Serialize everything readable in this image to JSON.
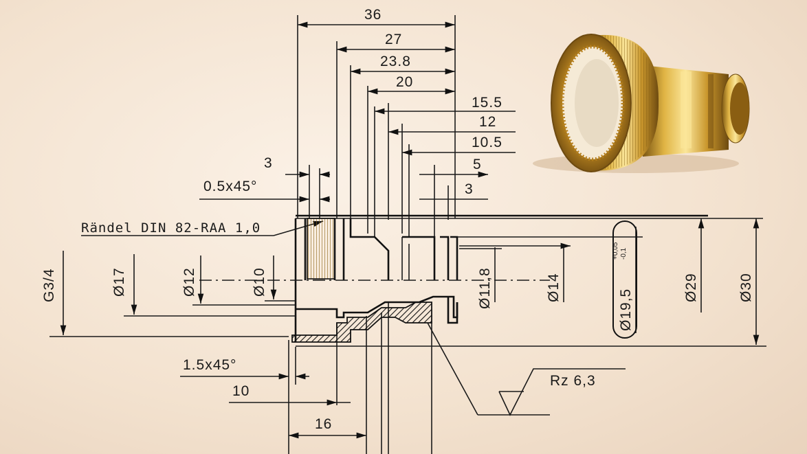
{
  "dimensions": {
    "top": [
      "36",
      "27",
      "23.8",
      "20",
      "15.5",
      "12",
      "10.5",
      "5",
      "3"
    ],
    "left_small": [
      "3",
      "0.5x45°"
    ],
    "knurl_note": "Rändel DIN 82-RAA 1,0",
    "diameters": [
      "G3/4",
      "Ø17",
      "Ø12",
      "Ø10",
      "Ø11,8",
      "Ø14",
      "Ø29",
      "Ø30"
    ],
    "tolerance": {
      "base": "Ø19,5",
      "upper": "+0,05",
      "lower": "-0,1"
    },
    "bottom": [
      "1.5x45°",
      "10",
      "16"
    ],
    "surface": "Rz 6,3"
  },
  "colors": {
    "ink": "#1a1a1a",
    "paper": "#f6e8d8",
    "brass": "#c9962c",
    "brass_light": "#f2d77a",
    "brass_dark": "#7a5512"
  }
}
